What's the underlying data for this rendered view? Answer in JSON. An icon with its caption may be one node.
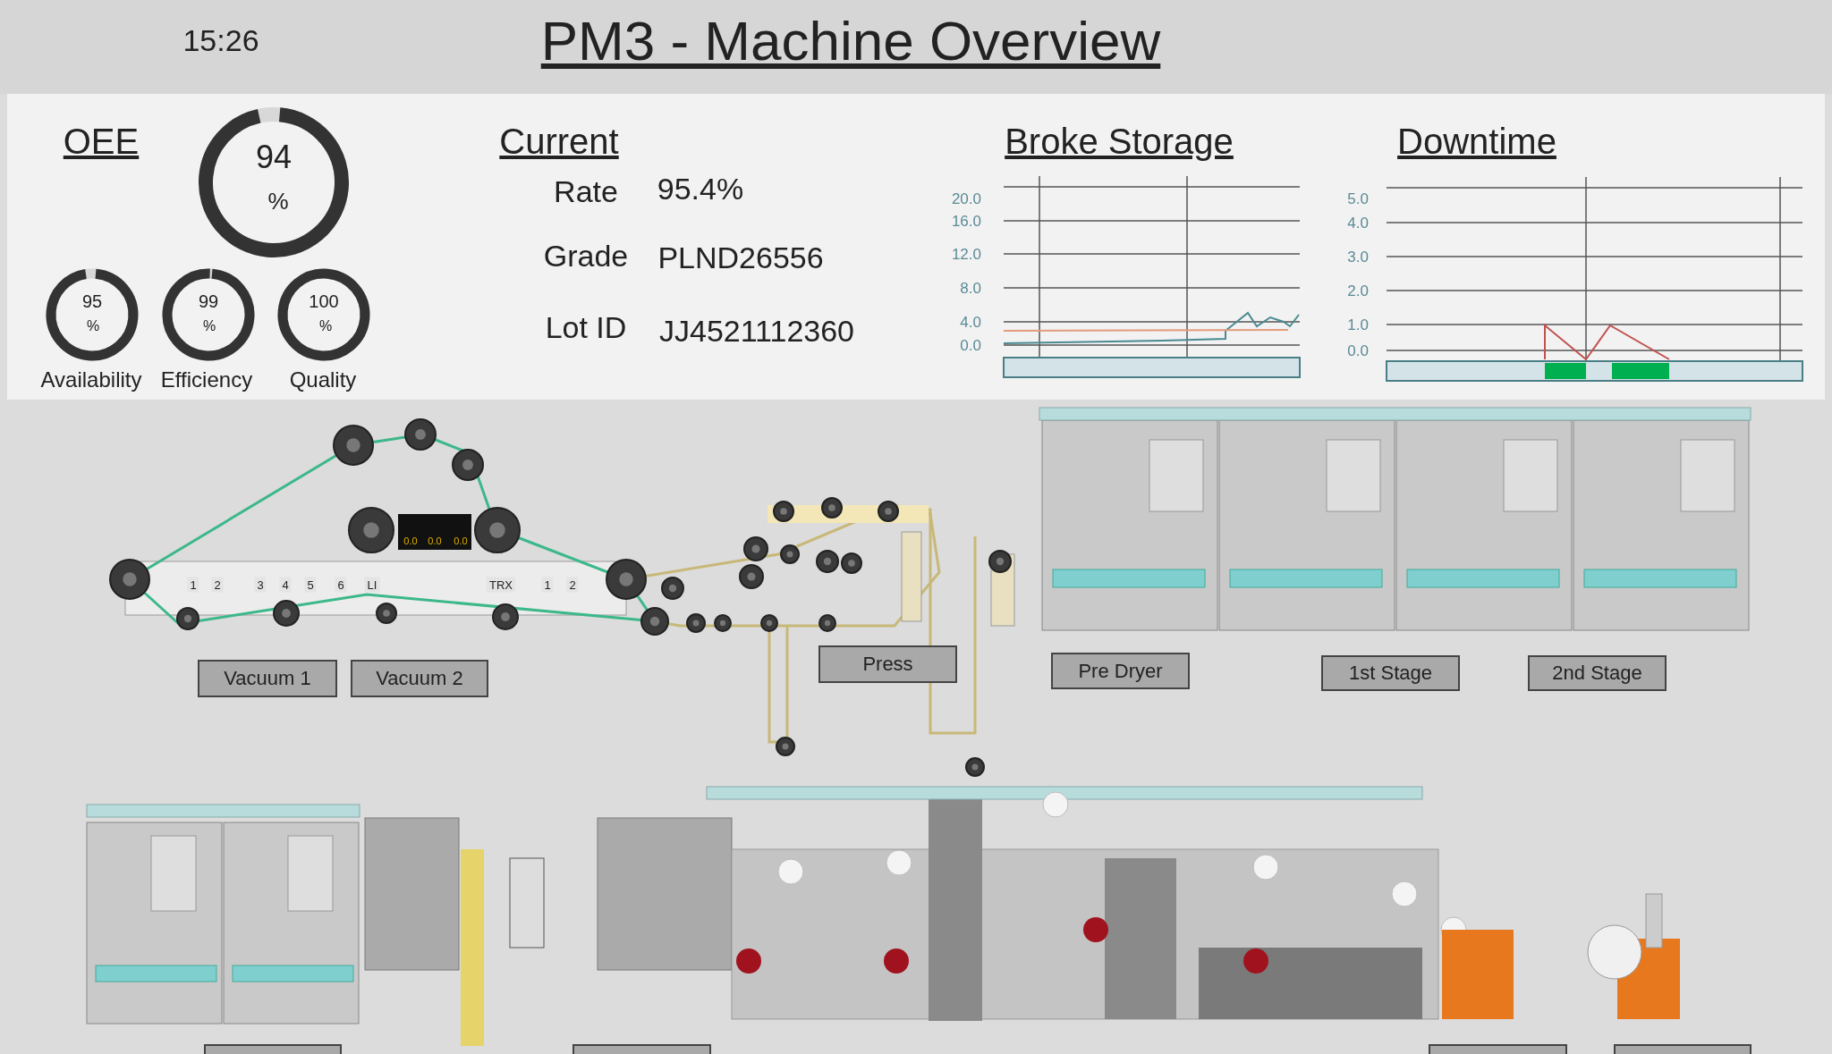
{
  "diagram": {
    "title": "PM3 - Machine Overview",
    "nodes": [
      {
        "text": [
          "Vacuum 1"
        ]
      },
      {
        "text": [
          "Vacuum 2"
        ]
      },
      {
        "text": [
          "Press"
        ]
      },
      {
        "text": [
          "Pre Dryer"
        ]
      },
      {
        "text": [
          "1st Stage"
        ]
      },
      {
        "text": [
          "2nd Stage"
        ]
      },
      {
        "text": [],
        "shape": "box"
      },
      {
        "text": [],
        "shape": "box"
      },
      {
        "text": [],
        "shape": "box"
      },
      {
        "text": [],
        "shape": "box"
      }
    ],
    "labels": [
      "15:26",
      "OEE",
      "94",
      "%",
      "Current",
      "Rate",
      "95.4%",
      "Grade",
      "PLND26556",
      "Lot ID",
      "JJ4521112360",
      "95",
      "%",
      "99",
      "%",
      "100",
      "%",
      "Availability",
      "Efficiency",
      "Quality",
      "Broke Storage",
      "Downtime",
      "20.0",
      "16.0",
      "12.0",
      "8.0",
      "4.0",
      "0.0",
      "5.0",
      "4.0",
      "3.0",
      "2.0",
      "1.0",
      "0.0",
      "1",
      "2",
      "3",
      "4",
      "5",
      "6",
      "LI",
      "TRX",
      "1",
      "2",
      "0.0",
      "0.0",
      "0.0"
    ]
  }
}
